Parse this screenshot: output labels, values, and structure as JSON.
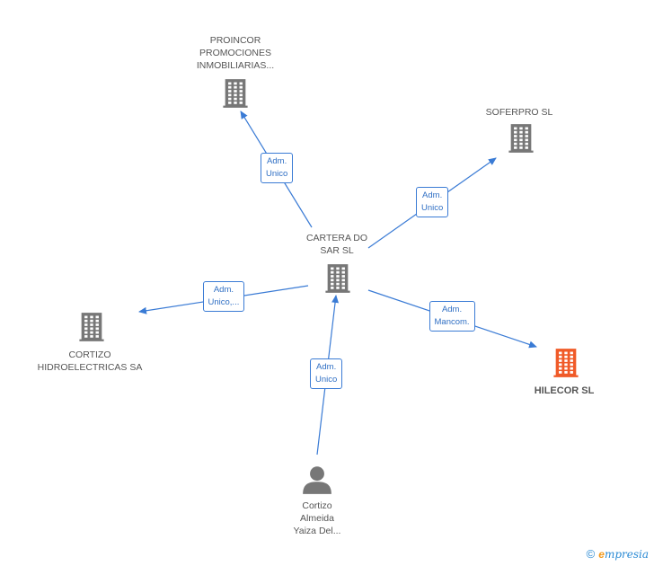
{
  "colors": {
    "edge": "#3a7bd5",
    "node": "#777777",
    "highlight": "#f05a28"
  },
  "nodes": [
    {
      "id": "proincor",
      "kind": "building",
      "icon": "building-icon",
      "lines": [
        "PROINCOR",
        "PROMOCIONES",
        "INMOBILIARIAS..."
      ]
    },
    {
      "id": "soferpro",
      "kind": "building",
      "icon": "building-icon",
      "lines": [
        "SOFERPRO SL"
      ]
    },
    {
      "id": "cartera",
      "kind": "building",
      "icon": "building-icon",
      "lines": [
        "CARTERA DO",
        "SAR SL"
      ]
    },
    {
      "id": "cortizo_hidro",
      "kind": "building",
      "icon": "building-icon",
      "lines": [
        "CORTIZO",
        "HIDROELECTRICAS SA"
      ]
    },
    {
      "id": "hilecor",
      "kind": "building",
      "icon": "building-icon",
      "highlight": true,
      "lines": [
        "HILECOR SL"
      ]
    },
    {
      "id": "cortizo_person",
      "kind": "person",
      "icon": "person-icon",
      "lines": [
        "Cortizo",
        "Almeida",
        "Yaiza Del..."
      ]
    }
  ],
  "edges": [
    {
      "from": "cartera",
      "to": "proincor",
      "lines": [
        "Adm.",
        "Unico"
      ]
    },
    {
      "from": "cartera",
      "to": "soferpro",
      "lines": [
        "Adm.",
        "Unico"
      ]
    },
    {
      "from": "cartera",
      "to": "cortizo_hidro",
      "lines": [
        "Adm.",
        "Unico,..."
      ]
    },
    {
      "from": "cartera",
      "to": "hilecor",
      "lines": [
        "Adm.",
        "Mancom."
      ]
    },
    {
      "from": "cortizo_person",
      "to": "cartera",
      "lines": [
        "Adm.",
        "Unico"
      ]
    }
  ],
  "footer": {
    "copyright": "©",
    "brand_initial": "e",
    "brand_rest": "mpresia"
  }
}
